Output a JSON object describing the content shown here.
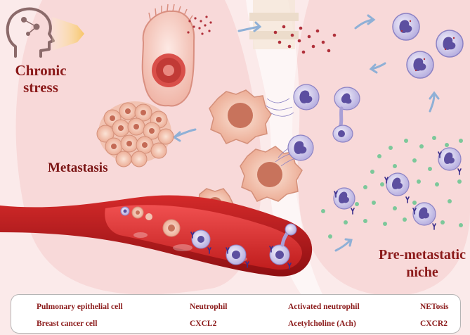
{
  "labels": {
    "chronic_stress_line1": "Chronic",
    "chronic_stress_line2": "stress",
    "metastasis": "Metastasis",
    "pre_metastatic_line1": "Pre-metastatic",
    "pre_metastatic_line2": "niche"
  },
  "legend": {
    "pulmonary_epithelial_cell": "Pulmonary epithelial cell",
    "breast_cancer_cell": "Breast cancer cell",
    "neutrophil": "Neutrophil",
    "cxcl2": "CXCL2",
    "activated_neutrophil": "Activated neutrophil",
    "acetylcholine": "Acetylcholine (Ach)",
    "netosis": "NETosis",
    "cxcr2": "CXCR2"
  },
  "colors": {
    "title_text": "#8b1a1a",
    "lung_background": "#f7d9d9",
    "vessel": "#c91f1f",
    "cancer_cell": "#e8a38c",
    "neutrophil": "#a99fd6",
    "cxcl2_dot": "#7cc89a",
    "acetylcholine_dot": "#b0303a",
    "cxcr2": "#3b2e8c"
  }
}
